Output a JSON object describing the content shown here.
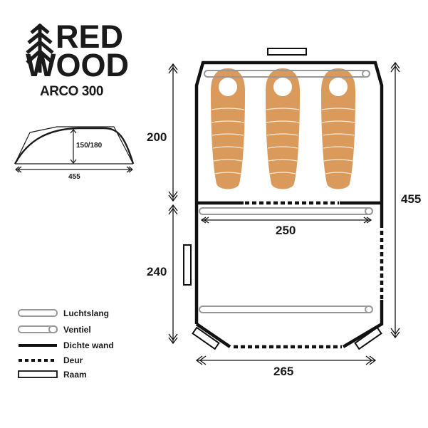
{
  "brand": {
    "name_line1": "RED",
    "name_line2": "WOOD",
    "logo_icon": "pine-tree-icon"
  },
  "model": "ARCO 300",
  "side_view": {
    "height_label": "150/180",
    "length_label": "455"
  },
  "floorplan": {
    "dimensions": {
      "bedroom_depth": "200",
      "living_depth": "240",
      "total_length": "455",
      "inner_width": "250",
      "outer_width": "265"
    },
    "sleeping_bags": 3,
    "colors": {
      "sleeping_bag": "#d99a5b",
      "wall": "#111111",
      "airtube": "#999999"
    }
  },
  "legend": {
    "items": [
      {
        "label": "Luchtslang",
        "icon": "airtube-icon"
      },
      {
        "label": "Ventiel",
        "icon": "valve-icon"
      },
      {
        "label": "Dichte wand",
        "icon": "solid-wall-icon"
      },
      {
        "label": "Deur",
        "icon": "door-dashed-icon"
      },
      {
        "label": "Raam",
        "icon": "window-icon"
      }
    ]
  }
}
